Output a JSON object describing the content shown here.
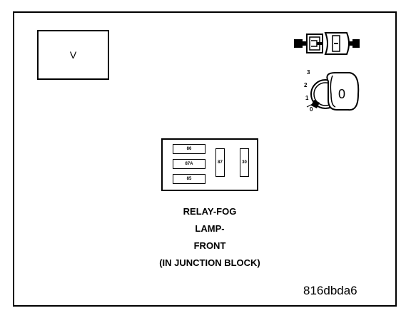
{
  "view_box": {
    "label": "V"
  },
  "relay": {
    "pins": {
      "p86": "86",
      "p87a": "87A",
      "p85": "85",
      "p87": "87",
      "p30": "30"
    }
  },
  "ignition": {
    "positions": [
      "3",
      "2",
      "1",
      "0"
    ],
    "key_label": "0"
  },
  "caption": {
    "line1": "RELAY-FOG",
    "line2": "LAMP-",
    "line3": "FRONT",
    "line4": "(IN JUNCTION BLOCK)"
  },
  "code": "816dbda6"
}
